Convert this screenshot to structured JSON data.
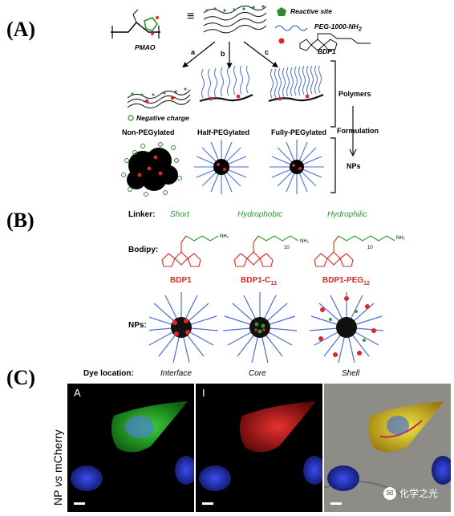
{
  "panels": {
    "a": "(A)",
    "b": "(B)",
    "c": "(C)"
  },
  "panelA": {
    "pmao": "PMAO",
    "equiv": "≡",
    "legend": {
      "reactive_site": "Reactive site",
      "peg": "PEG-1000-NH",
      "peg_sub": "2",
      "bdp1": "BDP1"
    },
    "arrows": {
      "a": "a",
      "b": "b",
      "c": "c"
    },
    "negative_charge": "Negative charge",
    "polymers": "Polymers",
    "formulation": "Formulation",
    "nps": "NPs",
    "captions": [
      "Non-PEGylated",
      "Half-PEGylated",
      "Fully-PEGylated"
    ]
  },
  "panelB": {
    "linker": "Linker:",
    "bodipy": "Bodipy:",
    "nps": "NPs:",
    "linkers": [
      "Short",
      "Hydrophobic",
      "Hydrophilic"
    ],
    "names": [
      "BDP1",
      "BDP1-C",
      "BDP1-PEG"
    ],
    "name_subs": [
      "",
      "12",
      "12"
    ],
    "subscript_n": [
      "10",
      "10"
    ]
  },
  "panelC": {
    "dye_location": "Dye location:",
    "locations": [
      "Interface",
      "Core",
      "Shell"
    ],
    "image_labels": [
      "A",
      "I",
      ""
    ],
    "side_label_np": "NP ",
    "side_label_vs": "vs",
    "side_label_mcherry": " mCherry",
    "watermark": "化学之光"
  },
  "colors": {
    "peg": "#4a6fd6",
    "backbone": "#111111",
    "reactive": "#2e8b2e",
    "dye": "#e0261f",
    "green_text": "#2f9a2f"
  }
}
